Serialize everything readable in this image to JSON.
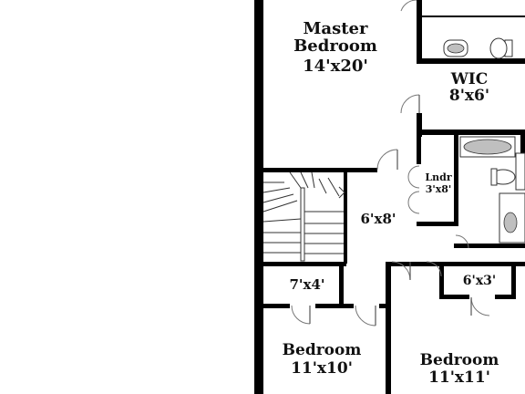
{
  "rooms": {
    "master_bedroom": {
      "name_line1": "Master",
      "name_line2": "Bedroom",
      "size": "14'x20'"
    },
    "wic": {
      "name": "WIC",
      "size": "8'x6'"
    },
    "laundry": {
      "name": "Lndr",
      "size": "3'x8'"
    },
    "hall": {
      "size": "6'x8'"
    },
    "closet_left": {
      "size": "7'x4'"
    },
    "closet_right": {
      "size": "6'x3'"
    },
    "bedroom_left": {
      "name": "Bedroom",
      "size": "11'x10'"
    },
    "bedroom_right": {
      "name": "Bedroom",
      "size": "11'x11'"
    }
  }
}
